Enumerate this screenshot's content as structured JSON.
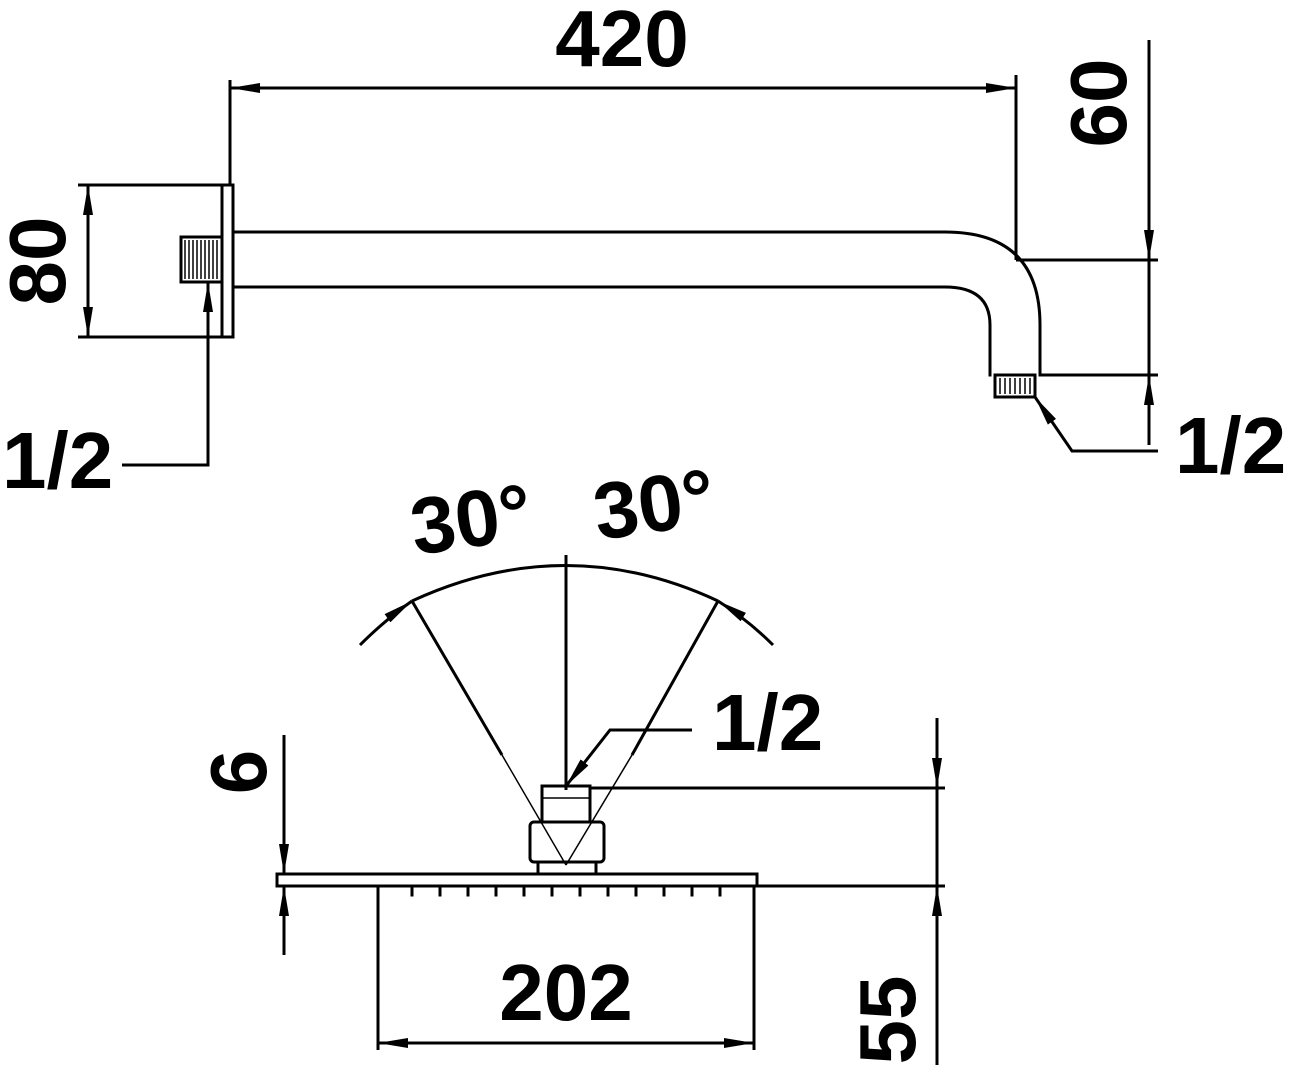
{
  "dimensions": {
    "arm_length": "420",
    "drop_height": "60",
    "flange_height": "80",
    "thread_wall": "1/2",
    "thread_outlet": "1/2",
    "tilt_left": "30°",
    "tilt_right": "30°",
    "thread_head": "1/2",
    "plate_thickness": "6",
    "head_width": "202",
    "head_height": "55"
  }
}
